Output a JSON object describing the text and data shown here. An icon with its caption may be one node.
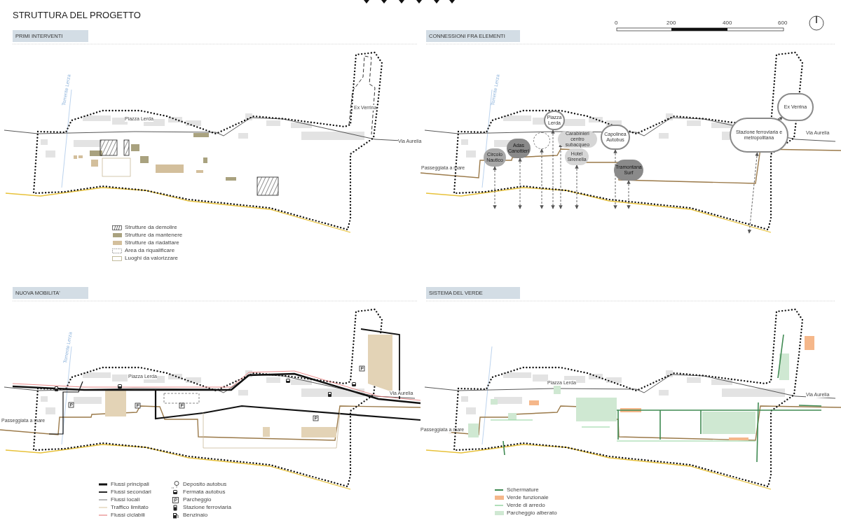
{
  "diagram": {
    "title": "STRUTTURA DEL PROGETTO",
    "nodes": [
      {
        "text": [
          "PRIMI INTERVENTI"
        ]
      },
      {
        "text": [
          "CONNESSIONI FRA ELEMENTI"
        ]
      },
      {
        "text": [
          "Ex Verrina"
        ]
      },
      {
        "text": [
          "Piazza Lerda"
        ]
      },
      {
        "text": [
          "Stazione ferroviaria e metropolitana"
        ]
      },
      {
        "text": [
          "Capolinea Autobus"
        ]
      },
      {
        "text": [
          "Carabinieri centro subacqueo"
        ]
      },
      {
        "text": [],
        "shape": "circle"
      },
      {
        "text": [
          "Adas Canottieri"
        ]
      },
      {
        "text": [
          "Circolo Nautico"
        ]
      },
      {
        "text": [
          "Hotel Sirenella"
        ]
      },
      {
        "text": [
          "Tramontana Surf"
        ]
      },
      {
        "text": [
          "NUOVA MOBILITA'"
        ]
      },
      {
        "text": [
          "SISTEMA DEL VERDE"
        ]
      }
    ],
    "edges": [
      {
        "from": 4,
        "to": 2,
        "arrow": "both",
        "style": "dashed"
      },
      {
        "from": 4,
        "to": null,
        "arrow": "both",
        "style": "dashed"
      },
      {
        "from": 5,
        "to": null,
        "arrow": "both",
        "style": "dashed"
      },
      {
        "from": 3,
        "to": null,
        "arrow": "both",
        "style": "dashed"
      },
      {
        "from": 6,
        "to": null,
        "arrow": "both",
        "style": "dashed"
      },
      {
        "from": 7,
        "to": null,
        "arrow": "both",
        "style": "dashed"
      },
      {
        "from": 8,
        "to": null,
        "arrow": "both",
        "style": "dashed"
      },
      {
        "from": 9,
        "to": null,
        "arrow": "both",
        "style": "dashed"
      },
      {
        "from": 10,
        "to": null,
        "arrow": "both",
        "style": "dashed"
      },
      {
        "from": 11,
        "to": null,
        "arrow": "both",
        "style": "dashed"
      }
    ],
    "labels": [
      "0",
      "200",
      "400",
      "600",
      "Torrente Lerza",
      "Piazza Lerda",
      "Ex Verrina",
      "Via Aurelia",
      "Torrente Lerza",
      "Via Aurelia",
      "Passeggiata a mare",
      "Torrente Lerza",
      "Piazza Lerda",
      "Via Aurelia",
      "Passeggiata a mare",
      "Piazza Lerda",
      "Via Aurelia",
      "Passeggiata a mare"
    ],
    "legend": [
      {
        "text": "Strutture da demolire"
      },
      {
        "text": "Strutture da mantenere",
        "color": "#a9a27f"
      },
      {
        "text": "Strutture da riadattare",
        "color": "#d3bf9c"
      },
      {
        "text": "Area da riqualificare"
      },
      {
        "text": "Luoghi da valorizzare"
      },
      {
        "text": "Flussi principali"
      },
      {
        "text": "Flussi secondari"
      },
      {
        "text": "Flussi locali"
      },
      {
        "text": "Traffico limitato"
      },
      {
        "text": "Flussi ciclabili"
      },
      {
        "text": "Deposito autobus"
      },
      {
        "text": "Fermata autobus"
      },
      {
        "text": "Parcheggio"
      },
      {
        "text": "Stazione ferroviaria"
      },
      {
        "text": "Benzinaio"
      },
      {
        "text": "Schermature"
      },
      {
        "text": "Verde funzionale",
        "color": "#f5b78a"
      },
      {
        "text": "Verde di arredo"
      },
      {
        "text": "Parcheggio alberato",
        "color": "#cfe8d2"
      }
    ]
  }
}
